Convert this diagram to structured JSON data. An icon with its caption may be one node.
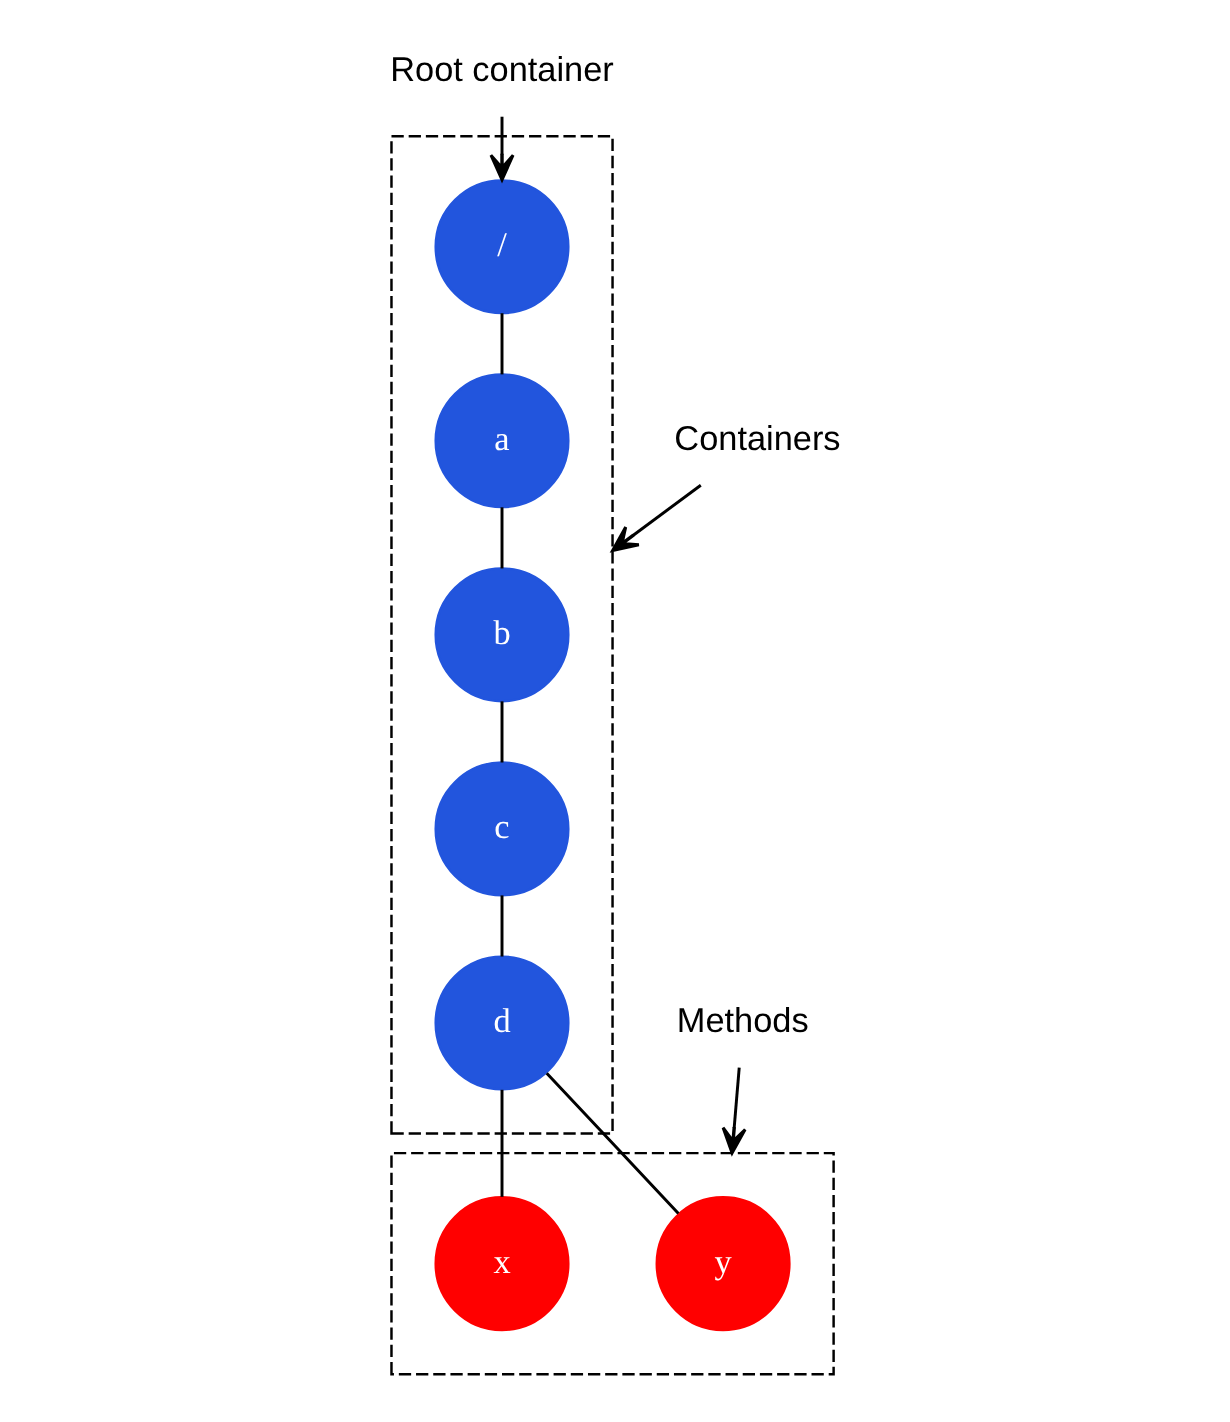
{
  "diagram": {
    "nodes": [
      {
        "text": [
          "Root container"
        ]
      },
      {
        "text": [],
        "shape": "box"
      },
      {
        "text": [
          "/"
        ],
        "in": 1
      },
      {
        "text": [
          "a"
        ],
        "in": 1
      },
      {
        "text": [
          "b"
        ],
        "in": 1
      },
      {
        "text": [
          "c"
        ],
        "in": 1
      },
      {
        "text": [
          "d"
        ],
        "in": 1
      },
      {
        "text": [
          "Containers"
        ]
      },
      {
        "text": [],
        "shape": "box"
      },
      {
        "text": [
          "x"
        ],
        "in": 8
      },
      {
        "text": [
          "y"
        ],
        "in": 8
      },
      {
        "text": [
          "Methods"
        ]
      }
    ],
    "edges": [
      {
        "from": 0,
        "to": 2,
        "arrow": "to"
      },
      {
        "from": 2,
        "to": 3,
        "arrow": "none"
      },
      {
        "from": 3,
        "to": 4,
        "arrow": "none"
      },
      {
        "from": 4,
        "to": 5,
        "arrow": "none"
      },
      {
        "from": 5,
        "to": 6,
        "arrow": "none"
      },
      {
        "from": 6,
        "to": 9,
        "arrow": "none"
      },
      {
        "from": 6,
        "to": 10,
        "arrow": "none"
      },
      {
        "from": 7,
        "to": 1,
        "arrow": "to"
      },
      {
        "from": 11,
        "to": 8,
        "arrow": "to"
      }
    ]
  }
}
